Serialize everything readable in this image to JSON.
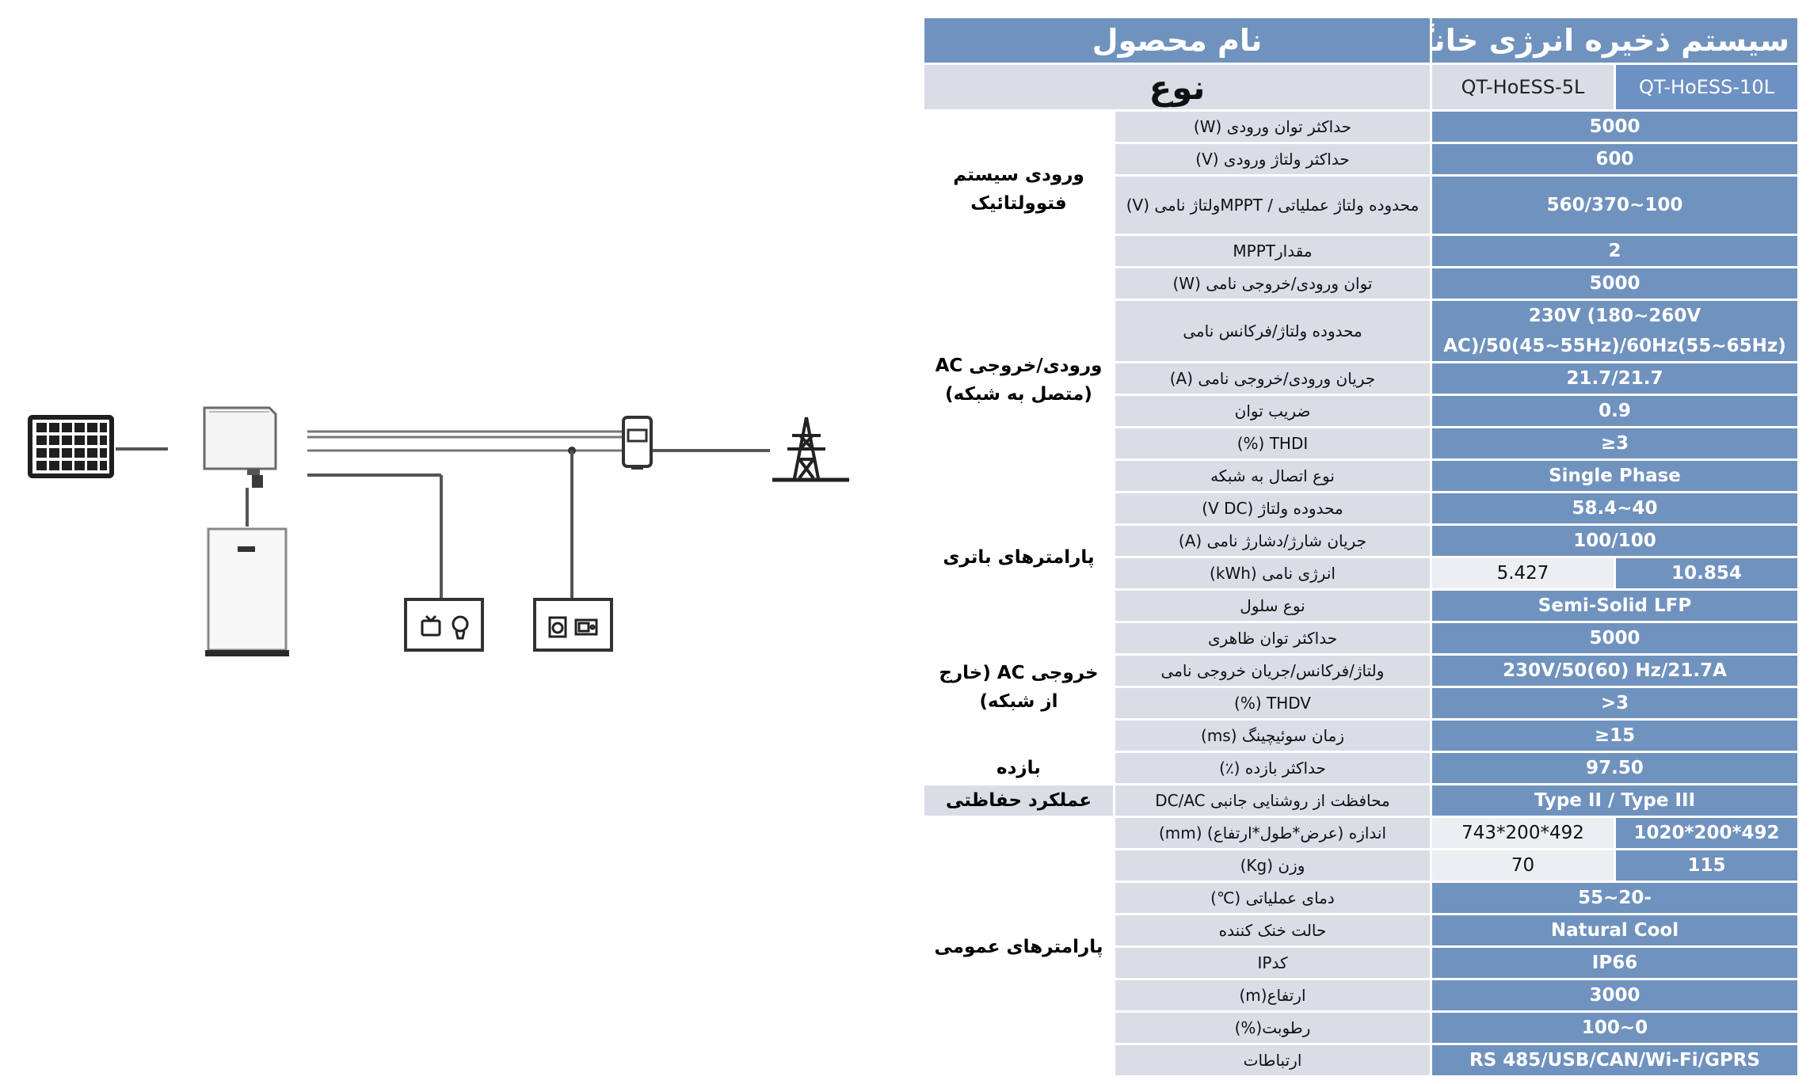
{
  "colors": {
    "header_blue": "#7092be",
    "grey_cell": "#d9dde6",
    "white": "#ffffff"
  },
  "diagram": {
    "icons": [
      "solar-panel-icon",
      "inverter-icon",
      "battery-icon",
      "meter-icon",
      "grid-tower-icon",
      "tv-icon",
      "bulb-icon",
      "washer-icon",
      "microwave-icon"
    ]
  },
  "table": {
    "title": "سیستم ذخیره انرژی خانگی",
    "product_name_label": "نام محصول",
    "type_label": "نوع",
    "models": [
      "QT-HoESS-5L",
      "QT-HoESS-10L"
    ],
    "groups": [
      {
        "name": "ورودی سیستم فتوولتائیک",
        "rows": [
          {
            "param": "حداکثر توان ورودی (W)",
            "value": "5000"
          },
          {
            "param": "حداکثر ولتاژ ورودی (V)",
            "value": "600"
          },
          {
            "param": "محدوده ولتاژ عملیاتی / MPPTولتاژ نامی (V)",
            "value": "100~560/370",
            "tall": true
          },
          {
            "param": "مقدارMPPT",
            "value": "2"
          }
        ]
      },
      {
        "name": "ورودی/خروجی AC (متصل به شبکه)",
        "rows": [
          {
            "param": "توان ورودی/خروجی نامی (W)",
            "value": "5000"
          },
          {
            "param": "محدوده ولتاژ/فرکانس نامی",
            "value": "230V (180~260V AC)/50(45~55Hz)/60Hz(55~65Hz)",
            "tall": true
          },
          {
            "param": "جریان ورودی/خروجی نامی (A)",
            "value": "21.7/21.7"
          },
          {
            "param": "ضریب توان",
            "value": "0.9"
          },
          {
            "param": "THDI (%)",
            "value": "3≤"
          },
          {
            "param": "نوع اتصال به شبکه",
            "value": "Single Phase"
          }
        ]
      },
      {
        "name": "پارامترهای باتری",
        "rows": [
          {
            "param": "محدوده ولتاژ (V DC)",
            "value": "40~58.4"
          },
          {
            "param": "جریان شارژ/دشارژ نامی (A)",
            "value": "100/100"
          },
          {
            "param": "انرژی نامی (kWh)",
            "value_5l": "5.427",
            "value_10l": "10.854"
          },
          {
            "param": "نوع سلول",
            "value": "Semi-Solid LFP"
          }
        ]
      },
      {
        "name": "خروجی AC (خارج از شبکه)",
        "rows": [
          {
            "param": "حداکثر توان ظاهری",
            "value": "5000"
          },
          {
            "param": "ولتاژ/فرکانس/جریان خروجی نامی",
            "value": "230V/50(60) Hz/21.7A"
          },
          {
            "param": "THDV (%)",
            "value": "3<"
          },
          {
            "param": "زمان سوئیچینگ (ms)",
            "value": "15≤"
          }
        ]
      },
      {
        "name": "بازده",
        "rows": [
          {
            "param": "حداکثر بازده (٪)",
            "value": "97.50"
          }
        ]
      },
      {
        "name": "عملکرد حفاظتی",
        "shade": true,
        "rows": [
          {
            "param": "محافظت از روشنایی جانبی DC/AC",
            "value": "Type II / Type III"
          }
        ]
      },
      {
        "name": "پارامترهای عمومی",
        "rows": [
          {
            "param": "اندازه (عرض*طول*ارتفاع) (mm)",
            "value_5l": "492*200*743",
            "value_10l": "492*200*1020"
          },
          {
            "param": "وزن (Kg)",
            "value_5l": "70",
            "value_10l": "115"
          },
          {
            "param": "دمای عملیاتی (℃)",
            "value": "-20~55"
          },
          {
            "param": "حالت خنک کننده",
            "value": "Natural Cool"
          },
          {
            "param": "کدIP",
            "value": "IP66"
          },
          {
            "param": "ارتفاع(m)",
            "value": "3000"
          },
          {
            "param": "رطوبت(%)",
            "value": "0~100"
          },
          {
            "param": "ارتباطات",
            "value": "RS 485/USB/CAN/Wi-Fi/GPRS"
          }
        ]
      }
    ]
  }
}
